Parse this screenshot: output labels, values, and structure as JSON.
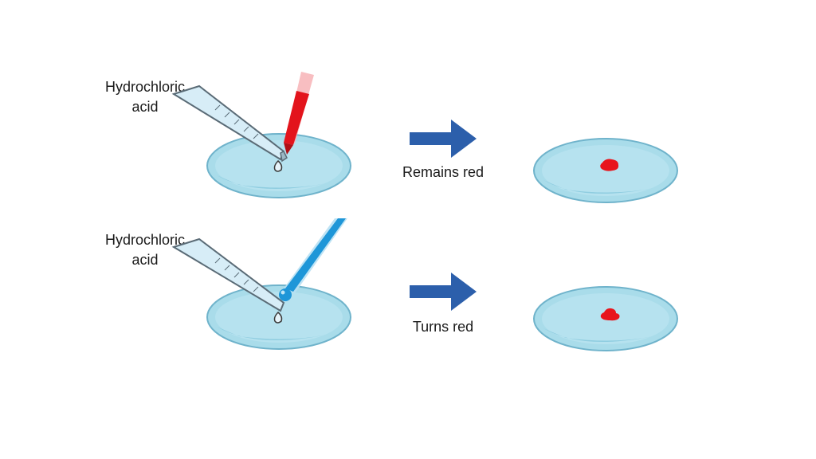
{
  "rows": [
    {
      "acid_label_line1": "Hydrochloric",
      "acid_label_line2": "acid",
      "result_label": "Remains red",
      "second_dropper_liquid_color": "#e3141c",
      "second_dropper_name": "red-dropper",
      "result_spot_color": "#e8141c"
    },
    {
      "acid_label_line1": "Hydrochloric",
      "acid_label_line2": "acid",
      "result_label": "Turns red",
      "second_dropper_liquid_color": "#1e96d8",
      "second_dropper_name": "blue-dropper",
      "result_spot_color": "#e8141c"
    }
  ],
  "colors": {
    "arrow": "#2c5fab",
    "dish_fill": "#a9dcea",
    "dish_edge": "#6fb3cb",
    "pipette_glass": "#d7edf7"
  }
}
